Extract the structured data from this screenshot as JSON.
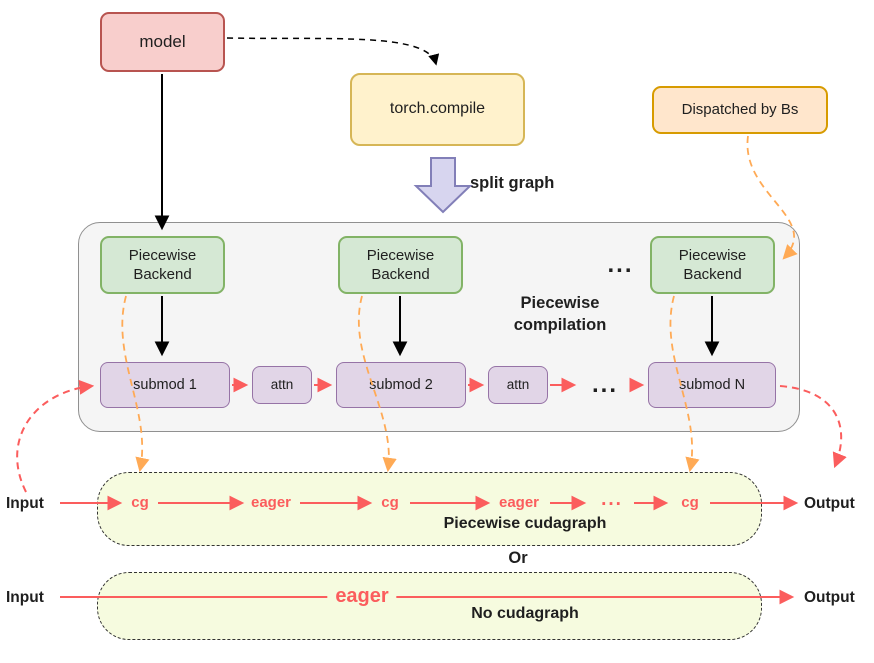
{
  "diagram": {
    "model_label": "model",
    "torch_compile_label": "torch.compile",
    "dispatched_label": "Dispatched by Bs",
    "split_graph_label": "split graph",
    "backend_label": "Piecewise Backend",
    "compilation_label": "Piecewise compilation",
    "ellipsis": "...",
    "submods": [
      "submod 1",
      "attn",
      "submod 2",
      "attn",
      "submod N"
    ],
    "cg_row": [
      "cg",
      "eager",
      "cg",
      "eager",
      "...",
      "cg"
    ],
    "piecewise_cudagraph_label": "Piecewise cudagraph",
    "or_label": "Or",
    "eager_full_label": "eager",
    "no_cudagraph_label": "No cudagraph",
    "input_label": "Input",
    "output_label": "Output"
  },
  "colors": {
    "model_fill": "#f8cecc",
    "model_stroke": "#b85450",
    "compile_fill": "#fff2cc",
    "compile_stroke": "#d6b656",
    "dispatch_fill": "#ffe6cc",
    "dispatch_stroke": "#d79b00",
    "backend_fill": "#d5e8d4",
    "backend_stroke": "#82b366",
    "submod_fill": "#e1d5e7",
    "submod_stroke": "#9673a6",
    "container_fill": "#f5f5f5",
    "cudagraph_fill": "#f6fbdf",
    "red_accent": "#fb5d5d",
    "orange_accent": "#ffaa55"
  }
}
